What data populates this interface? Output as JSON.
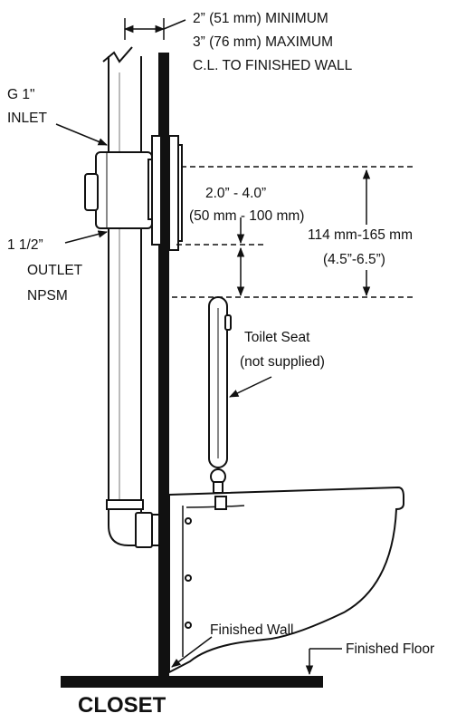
{
  "diagram": {
    "wall_distance": {
      "min": "2” (51 mm) MINIMUM",
      "max": "3” (76 mm) MAXIMUM",
      "ref": "C.L. TO FINISHED WALL"
    },
    "inlet": {
      "line1": "G 1\"",
      "line2": "INLET"
    },
    "outlet": {
      "line1": "1 1/2”",
      "line2": "OUTLET",
      "line3": "NPSM"
    },
    "gap_dimension": {
      "line1": "2.0” - 4.0”",
      "line2": "(50 mm - 100 mm)"
    },
    "height_dimension": {
      "line1": "114 mm-165 mm",
      "line2": "(4.5”-6.5”)"
    },
    "toilet_seat": {
      "line1": "Toilet Seat",
      "line2": "(not supplied)"
    },
    "finished_wall": "Finished Wall",
    "finished_floor": "Finished Floor",
    "title": "CLOSET"
  },
  "colors": {
    "ink": "#111111",
    "background": "#ffffff"
  }
}
